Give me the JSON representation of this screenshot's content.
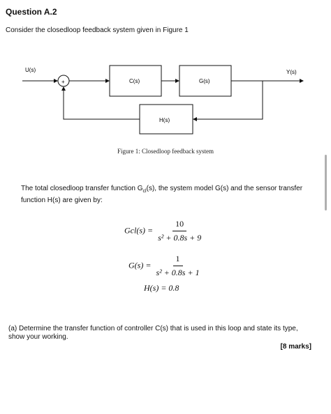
{
  "question_title": "Question A.2",
  "intro": "Consider the closedloop feedback system given in Figure 1",
  "diagram": {
    "input_label": "U(s)",
    "output_label": "Y(s)",
    "sum_sign": "+",
    "controller_label": "C(s)",
    "plant_label": "G(s)",
    "sensor_label": "H(s)"
  },
  "figure_caption": "Figure 1: Closedloop feedback system",
  "paragraph": {
    "part1": "The total closedloop transfer function G",
    "sub": "cl",
    "part2": "(s), the system model G(s) and the sensor transfer function H(s) are given by:"
  },
  "equations": {
    "gcl_lhs": "Gcl(s) =",
    "gcl_num": "10",
    "gcl_den": "s² + 0.8s + 9",
    "g_lhs": "G(s) =",
    "g_num": "1",
    "g_den": "s² + 0.8s + 1",
    "h_eq": "H(s) = 0.8"
  },
  "part_a": "(a) Determine the transfer function of controller C(s) that is used in this loop and state its type, show your working.",
  "marks": "[8 marks]"
}
